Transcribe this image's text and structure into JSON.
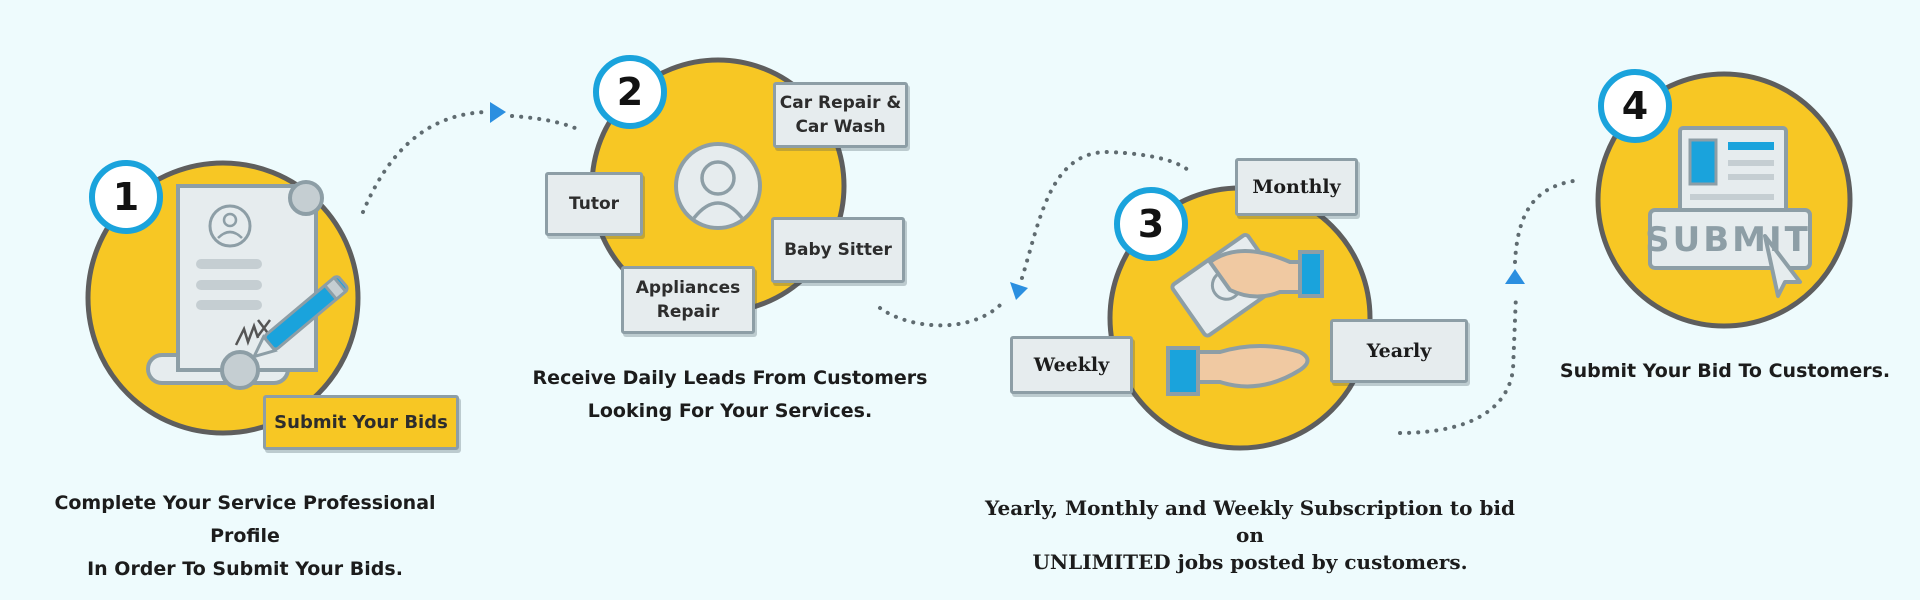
{
  "steps": [
    {
      "number": "1",
      "action_label": "Submit Your Bids",
      "caption": [
        "Complete Your Service Professional Profile",
        "In Order To Submit Your Bids."
      ]
    },
    {
      "number": "2",
      "categories": [
        "Car Repair &",
        "Car Wash",
        "Tutor",
        "Baby Sitter",
        "Appliances",
        "Repair"
      ],
      "caption": [
        "Receive Daily Leads From Customers",
        "Looking For Your Services."
      ]
    },
    {
      "number": "3",
      "plans": [
        "Monthly",
        "Weekly",
        "Yearly"
      ],
      "caption": [
        "Yearly, Monthly and Weekly Subscription to bid on",
        "UNLIMITED jobs posted by customers."
      ]
    },
    {
      "number": "4",
      "button_text": "SUBMIT",
      "caption": [
        "Submit Your Bid To Customers."
      ]
    }
  ],
  "icons": {
    "step1": "signed-document-with-pen-icon",
    "step2": "user-avatar-icon",
    "step3": "money-handover-icon",
    "step4": "submit-form-with-cursor-icon"
  },
  "colors": {
    "background": "#eefbfd",
    "circle_fill": "#f7c724",
    "circle_stroke": "#5e5e5e",
    "badge_ring": "#1aa3dc",
    "arrow_blue": "#2b8fe0",
    "dots": "#5f6b70",
    "card_fill": "#e6ecee",
    "card_stroke": "#8d9ea6"
  }
}
